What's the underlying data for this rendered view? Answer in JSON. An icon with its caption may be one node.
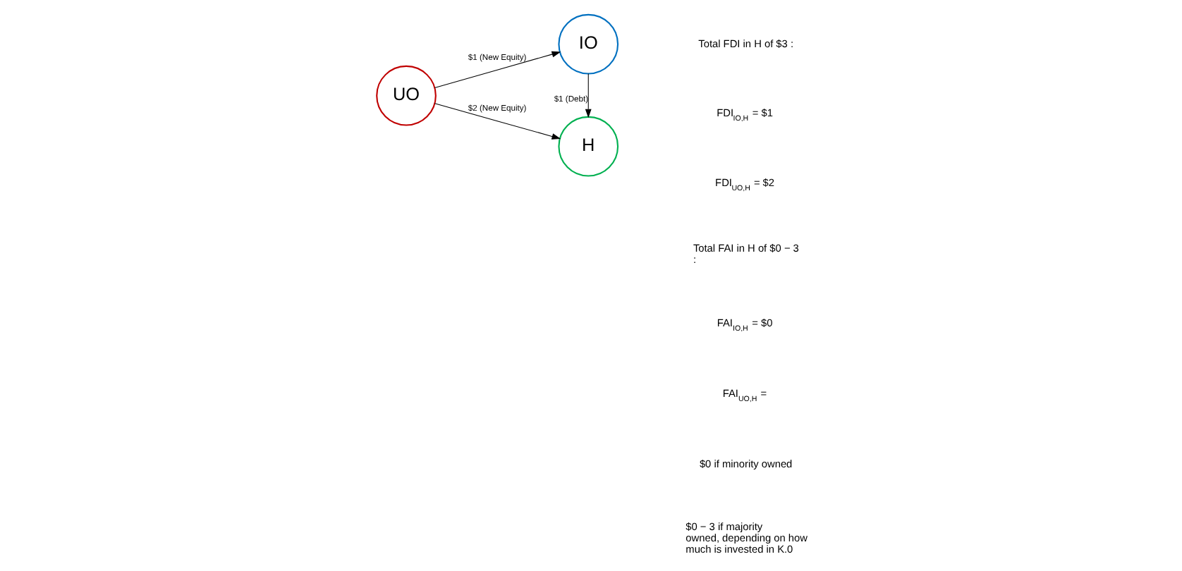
{
  "diagram": {
    "nodes": [
      {
        "text": [
          "UO"
        ]
      },
      {
        "text": [
          "IO"
        ]
      },
      {
        "text": [
          "H"
        ]
      }
    ],
    "edges": [
      {
        "from": 0,
        "to": 1,
        "arrow": "to",
        "label": "$1 (New Equity)"
      },
      {
        "from": 0,
        "to": 2,
        "arrow": "to",
        "label": "$2 (New Equity)"
      },
      {
        "from": 1,
        "to": 2,
        "arrow": "to",
        "label": "$1 (Debt)"
      }
    ],
    "labels": [
      "Total FDI in H of $3 :",
      "FDI$_{IO,H}$ = $1",
      "FDI$_{UO,H}$ = $2",
      "Total FAI in H of $0 − 3 :",
      "FAI$_{IO,H}$ = $0",
      "FAI$_{UO,H}$ =",
      "$0 if minority owned",
      "$0 − 3 if majority owned, depending on how much is invested in K.0"
    ]
  }
}
